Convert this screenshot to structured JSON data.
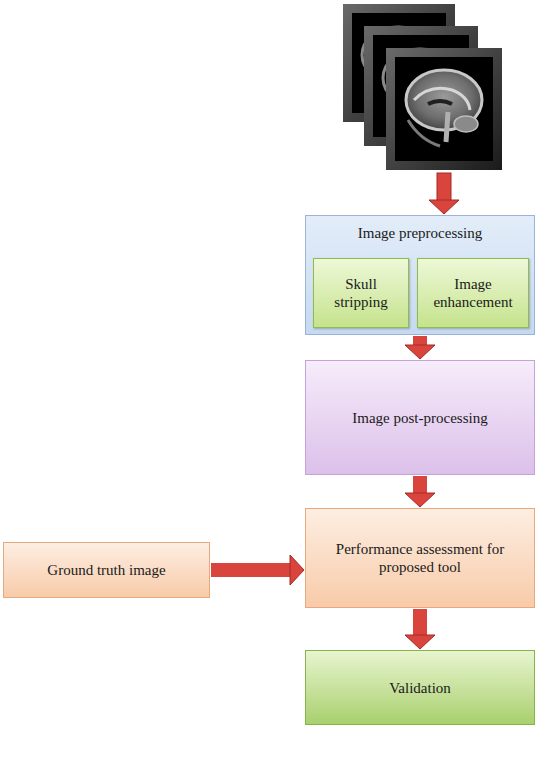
{
  "diagram": {
    "nodes": [
      {
        "text": [
          "Image preprocessing"
        ]
      },
      {
        "text": [
          "Skull stripping"
        ],
        "in": 0
      },
      {
        "text": [
          "Image enhancement"
        ],
        "in": 0
      },
      {
        "text": [
          "Image post-processing"
        ]
      },
      {
        "text": [
          "Ground truth image"
        ]
      },
      {
        "text": [
          "Performance assessment for proposed tool"
        ]
      },
      {
        "text": [
          "Validation"
        ]
      }
    ],
    "edges": [
      {
        "from": 0,
        "to": 3,
        "arrow": "to"
      },
      {
        "from": 3,
        "to": 5,
        "arrow": "to"
      },
      {
        "from": 4,
        "to": 5,
        "arrow": "to"
      },
      {
        "from": 5,
        "to": 6,
        "arrow": "to"
      }
    ]
  }
}
